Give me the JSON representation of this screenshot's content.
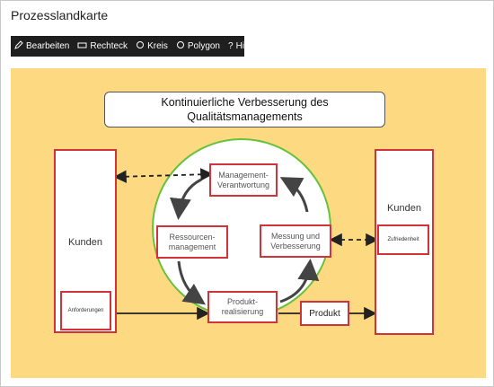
{
  "window": {
    "title": "Prozesslandkarte"
  },
  "toolbar": {
    "items": [
      {
        "label": "Bearbeiten",
        "icon": "pencil-icon"
      },
      {
        "label": "Rechteck",
        "icon": "rectangle-icon"
      },
      {
        "label": "Kreis",
        "icon": "circle-icon"
      },
      {
        "label": "Polygon",
        "icon": "polygon-icon"
      },
      {
        "label": "Hilfe",
        "icon": "help-icon"
      }
    ]
  },
  "diagram": {
    "heading_line1": "Kontinuierliche Verbesserung des",
    "heading_line2": "Qualitätsmanagements",
    "left_customer": "Kunden",
    "left_requirements": "Anforderungen",
    "right_customer": "Kunden",
    "right_satisfaction": "Zufriedenheit",
    "management_l1": "Management-",
    "management_l2": "Verantwortung",
    "resources_l1": "Ressourcen-",
    "resources_l2": "management",
    "measurement_l1": "Messung und",
    "measurement_l2": "Verbesserung",
    "product_real_l1": "Produkt-",
    "product_real_l2": "realisierung",
    "product": "Produkt"
  },
  "colors": {
    "canvas_bg": "#fdd982",
    "hotspot_border": "#d13438",
    "circle_border": "#66c23a",
    "toolbar_bg": "#1f1f1f"
  }
}
